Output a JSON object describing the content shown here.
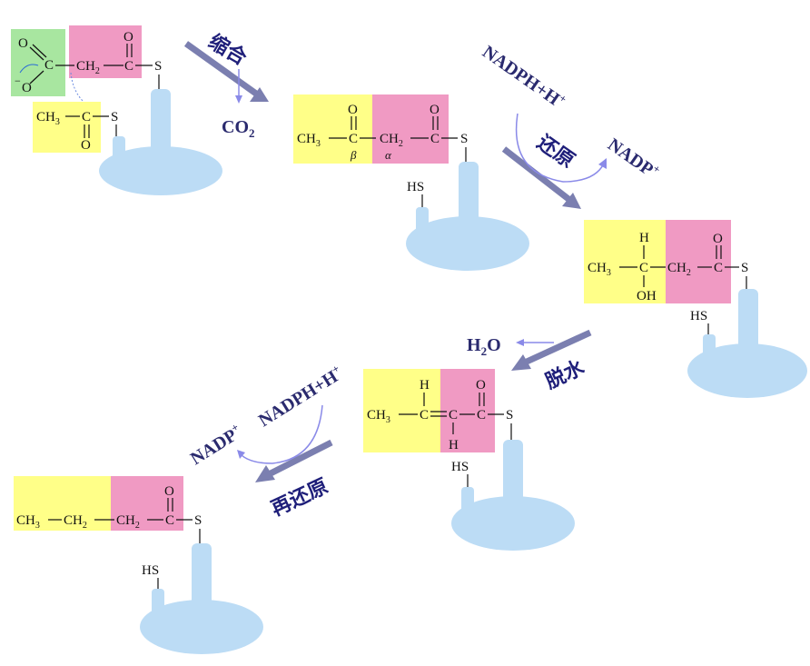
{
  "colors": {
    "yellow": "#ffff88",
    "pink": "#f09ac3",
    "green": "#a8e6a0",
    "enzyme": "#bcdcf5",
    "arrow": "#7b7fb0",
    "curve": "#8a8ae8",
    "text": "#22226e"
  },
  "reactions": {
    "condensation": "缩合",
    "reduction": "还原",
    "dehydration": "脱水",
    "second_reduction": "再还原"
  },
  "cofactors": {
    "co2": "CO",
    "co2_sub": "2",
    "nadph_1": "NADPH+H",
    "nadp_1": "NADP",
    "water": "H",
    "water_sub": "2",
    "water_o": "O",
    "nadph_2": "NADPH+H",
    "nadp_2": "NADP",
    "plus": "+"
  },
  "molecules": {
    "m1": {
      "ch2": "CH",
      "ch2_sub": "2",
      "o": "O",
      "c": "C",
      "s": "S",
      "minus_o": "O",
      "minus": "−"
    },
    "m1b": {
      "ch3": "CH",
      "ch3_sub": "3",
      "c": "C",
      "o": "O",
      "s": "S"
    },
    "m2": {
      "ch3": "CH",
      "ch3_sub": "3",
      "c1": "C",
      "o1": "O",
      "ch2": "CH",
      "ch2_sub": "2",
      "c2": "C",
      "o2": "O",
      "s": "S",
      "beta": "β",
      "alpha": "α",
      "hs": "HS"
    },
    "m3": {
      "ch3": "CH",
      "ch3_sub": "3",
      "c": "C",
      "h": "H",
      "oh": "OH",
      "ch2": "CH",
      "ch2_sub": "2",
      "c2": "C",
      "o": "O",
      "s": "S",
      "hs": "HS"
    },
    "m4": {
      "ch3": "CH",
      "ch3_sub": "3",
      "c1": "C",
      "h1": "H",
      "c2": "C",
      "h2": "H",
      "c3": "C",
      "o": "O",
      "s": "S",
      "hs": "HS"
    },
    "m5": {
      "ch3": "CH",
      "ch3_sub": "3",
      "ch2a": "CH",
      "ch2a_sub": "2",
      "ch2b": "CH",
      "ch2b_sub": "2",
      "c": "C",
      "o": "O",
      "s": "S",
      "hs": "HS"
    }
  }
}
